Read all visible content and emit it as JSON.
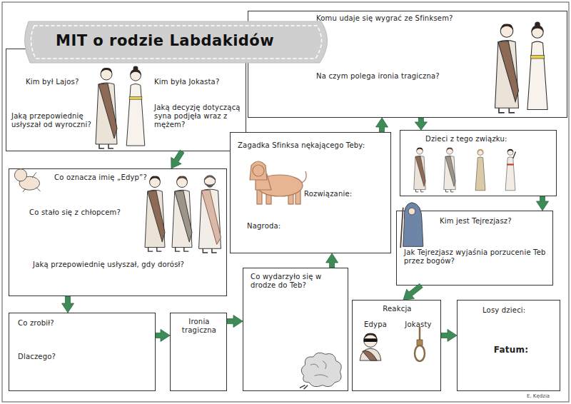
{
  "diagram": {
    "title": "MIT o rodzie Labdakidów",
    "nodes": [
      {
        "text": [
          "Kim był Lajos?",
          "Jaką przepowiednię usłyszał od wyroczni?",
          "Kim była Jokasta?",
          "Jaką decyzję dotyczącą syna podjęła wraz z mężem?"
        ]
      },
      {
        "text": [
          "Co oznacza imię „Edyp”?",
          "Co stało się z chłopcem?",
          "Jaką przepowiednię usłyszał, gdy dorósł?"
        ]
      },
      {
        "text": [
          "Co zrobił?",
          "Dlaczego?"
        ]
      },
      {
        "text": [
          "Ironia tragiczna"
        ]
      },
      {
        "text": [
          "Co wydarzyło się w drodze do Teb?"
        ]
      },
      {
        "text": [
          "Zagadka Sfinksa nękającego Teby:",
          "Rozwiązanie:",
          "Nagroda:"
        ]
      },
      {
        "text": [
          "Komu udaje się wygrać ze Sfinksem?",
          "Na czym polega ironia tragiczna?"
        ]
      },
      {
        "text": [
          "Dzieci z tego związku:"
        ]
      },
      {
        "text": [
          "Kim jest Tejrezjasz?",
          "Jak Tejrezjasz wyjaśnia porzucenie Teb przez bogów?"
        ]
      },
      {
        "text": [
          "Reakcja",
          "Edypa",
          "Jokasty"
        ]
      },
      {
        "text": [
          "Losy dzieci:",
          "Fatum:"
        ]
      }
    ],
    "edges": [
      {
        "from": 0,
        "to": 1,
        "arrow": "to"
      },
      {
        "from": 1,
        "to": 2,
        "arrow": "to"
      },
      {
        "from": 2,
        "to": 3,
        "arrow": "to"
      },
      {
        "from": 3,
        "to": 4,
        "arrow": "to"
      },
      {
        "from": 4,
        "to": 5,
        "arrow": "to"
      },
      {
        "from": 5,
        "to": 6,
        "arrow": "to"
      },
      {
        "from": 6,
        "to": 7,
        "arrow": "to"
      },
      {
        "from": 7,
        "to": 8,
        "arrow": "to"
      },
      {
        "from": 8,
        "to": 9,
        "arrow": "to"
      },
      {
        "from": 9,
        "to": 10,
        "arrow": "to"
      }
    ],
    "labels": [
      "E. Kędzia"
    ]
  }
}
